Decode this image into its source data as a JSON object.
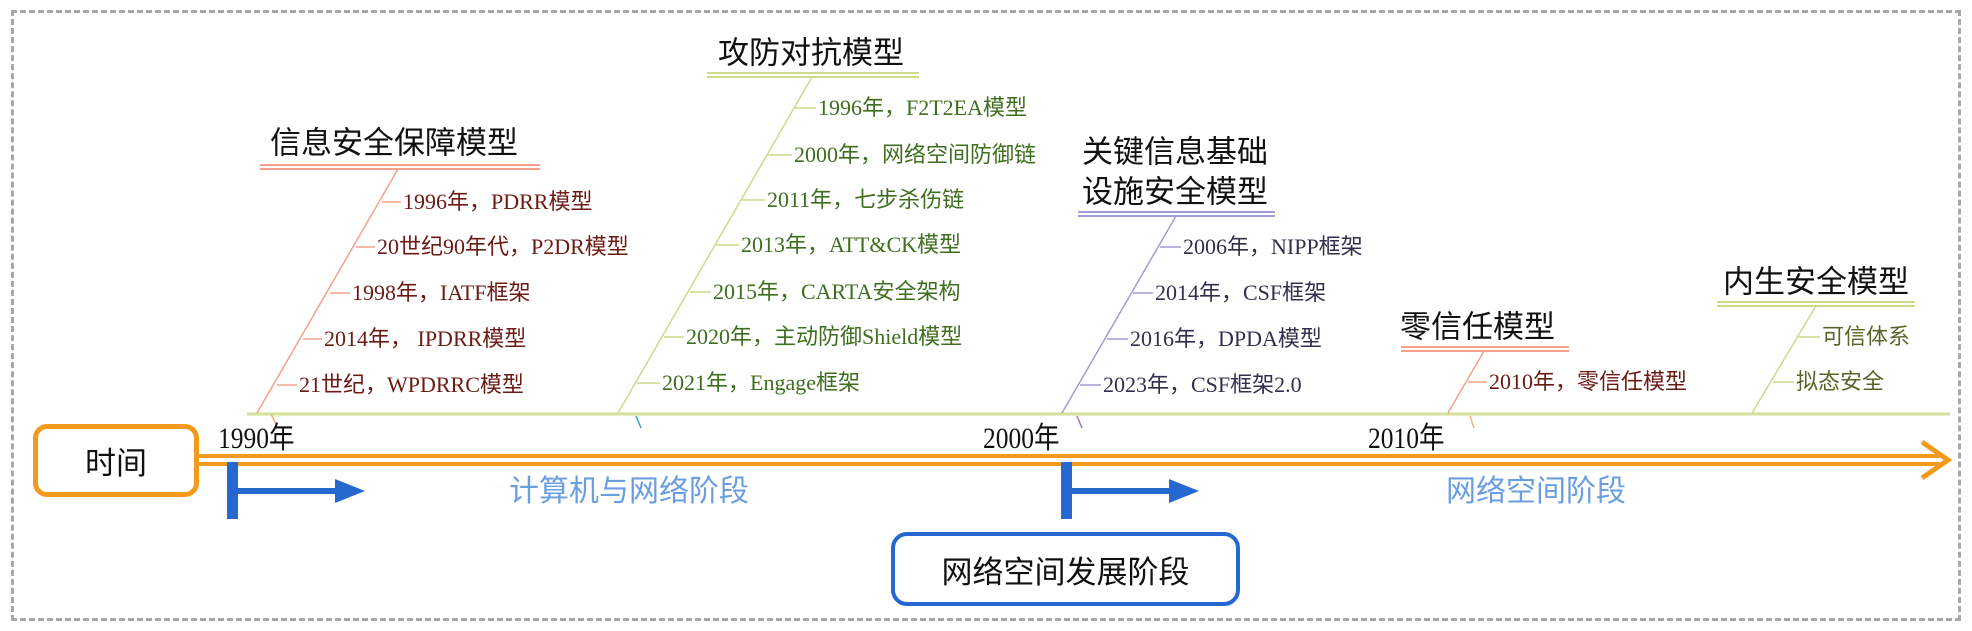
{
  "colors": {
    "orange": "#f39a1c",
    "blue": "#2468d0",
    "stage_text": "#6a9ee0",
    "red_branch": "#f4a08a",
    "green_branch": "#c8dc8a",
    "purple_branch": "#9e9ed6"
  },
  "timeline": {
    "label": "时间",
    "years": [
      "1990年",
      "2000年",
      "2010年"
    ]
  },
  "stages": {
    "stage1": "计算机与网络阶段",
    "stage2": "网络空间阶段",
    "box": "网络空间发展阶段"
  },
  "groups": [
    {
      "title": "信息安全保障模型",
      "items": [
        "1996年，PDRR模型",
        "20世纪90年代，P2DR模型",
        "1998年，IATF框架",
        "2014年， IPDRR模型",
        "21世纪，WPDRRC模型"
      ]
    },
    {
      "title": "攻防对抗模型",
      "items": [
        "1996年，F2T2EA模型",
        "2000年，网络空间防御链",
        "2011年，七步杀伤链",
        "2013年，ATT&CK模型",
        "2015年，CARTA安全架构",
        "2020年，主动防御Shield模型",
        "2021年，Engage框架"
      ]
    },
    {
      "title_lines": [
        "关键信息基础",
        "设施安全模型"
      ],
      "items": [
        "2006年，NIPP框架",
        "2014年，CSF框架",
        "2016年，DPDA模型",
        "2023年，CSF框架2.0"
      ]
    },
    {
      "title": "零信任模型",
      "items": [
        "2010年，零信任模型"
      ]
    },
    {
      "title": "内生安全模型",
      "items": [
        "可信体系",
        "拟态安全"
      ]
    }
  ]
}
